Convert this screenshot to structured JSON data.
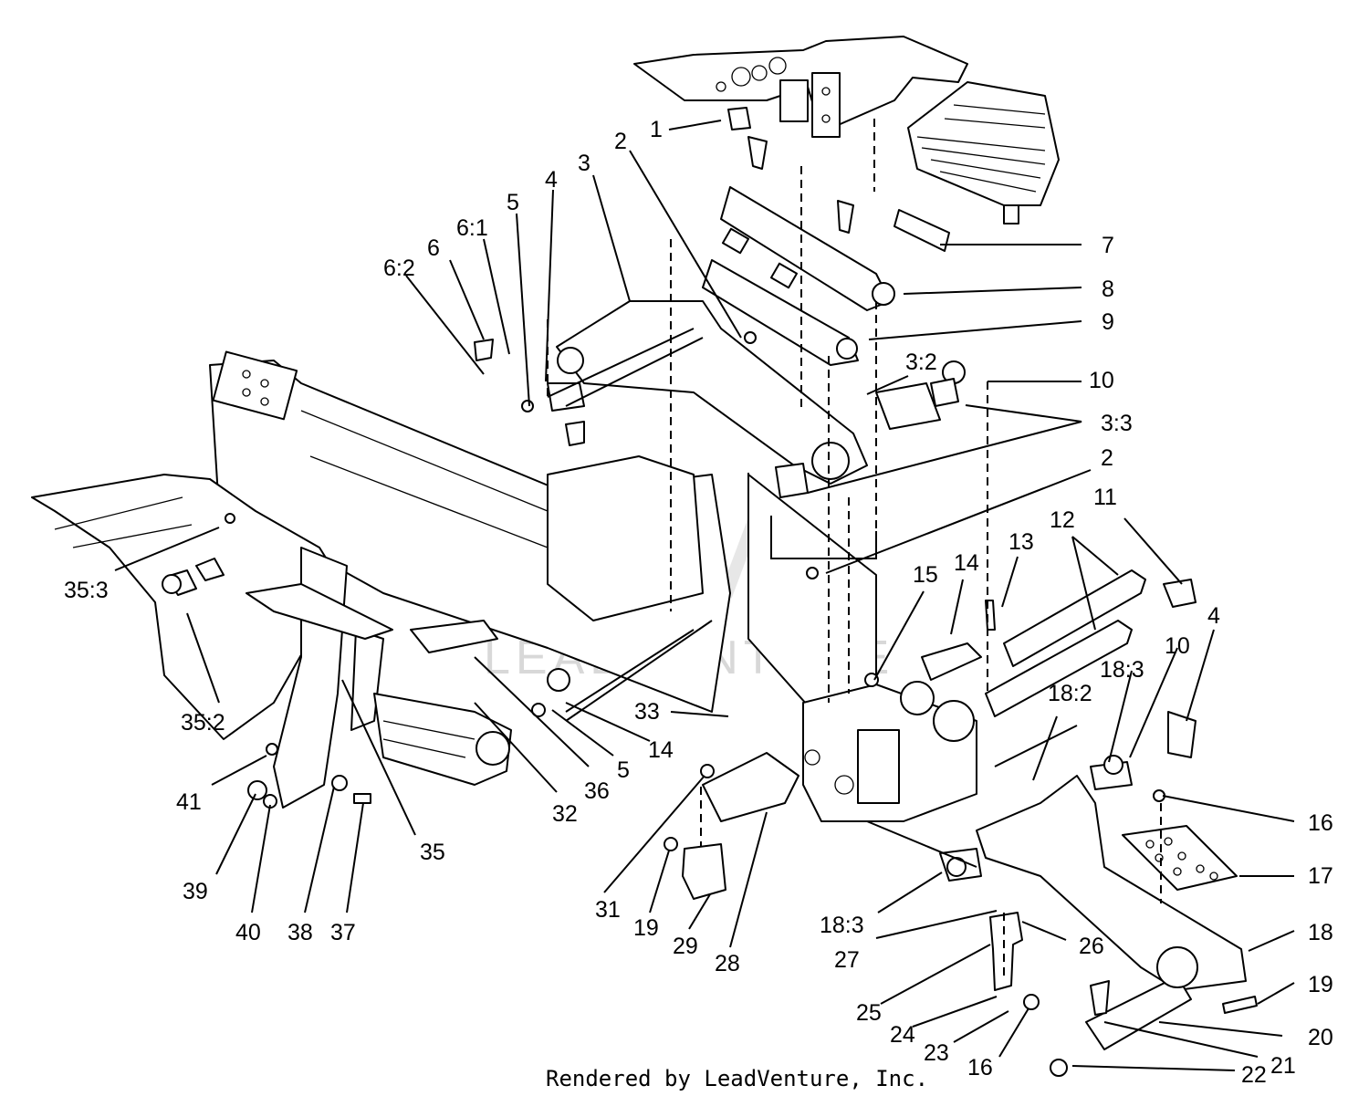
{
  "diagram": {
    "watermark": "LEADVENTURE",
    "footer": "Rendered by LeadVenture, Inc.",
    "callouts": [
      "1",
      "2",
      "3",
      "4",
      "5",
      "6:1",
      "6",
      "6:2",
      "7",
      "8",
      "9",
      "3:2",
      "10",
      "3:3",
      "2",
      "11",
      "12",
      "13",
      "14",
      "15",
      "35:3",
      "35:2",
      "33",
      "14",
      "5",
      "4",
      "10",
      "18:3",
      "18:2",
      "41",
      "39",
      "40",
      "38",
      "37",
      "35",
      "32",
      "36",
      "31",
      "19",
      "29",
      "28",
      "16",
      "17",
      "18:3",
      "27",
      "26",
      "25",
      "24",
      "23",
      "16",
      "18",
      "19",
      "20",
      "21",
      "22"
    ]
  }
}
